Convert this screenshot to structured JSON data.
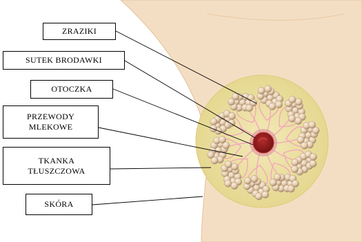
{
  "labels": {
    "zraziki": "ZRAZIKI",
    "sutek": "SUTEK BRODAWKI",
    "otoczka": "OTOCZKA",
    "przewody_line1": "PRZEWODY",
    "przewody_line2": "MLEKOWE",
    "tkanka_line1": "TKANKA",
    "tkanka_line2": "TŁUSZCZOWA",
    "skora": "SKÓRA"
  },
  "colors": {
    "skin": "#f4dec3",
    "skin_edge": "#e2c29c",
    "fat_tissue": "#ecdf9a",
    "lobule": "#e6cfb2",
    "lobule_shadow": "#b79c7d",
    "duct": "#f2a7bd",
    "nipple": "#8e1c1c",
    "nipple_ring": "#c43a3a"
  }
}
